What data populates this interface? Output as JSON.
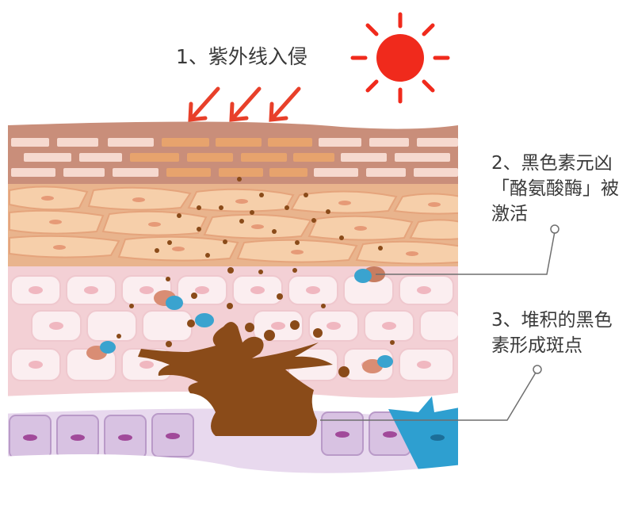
{
  "annotations": {
    "uv": "1、紫外线入侵",
    "enzyme": [
      "2、黑色素元凶",
      "「酪氨酸酶」被",
      "激活"
    ],
    "spots": [
      "3、堆积的黑色",
      "素形成斑点"
    ]
  },
  "colors": {
    "sun": "#f02a1c",
    "arrow": "#e8402a",
    "brick_dark": "#c98e7a",
    "brick_light": "#f6d9cf",
    "brick_orange": "#e7a36d",
    "cell_orange": "#f4c9a0",
    "cell_pink": "#f6dfe1",
    "cell_purple": "#cdb3d9",
    "melanin": "#8a4b19",
    "enzyme_blue": "#3aa3cf"
  },
  "icons": [
    "sun-icon",
    "uv-arrow-icon",
    "callout-circle-icon"
  ]
}
